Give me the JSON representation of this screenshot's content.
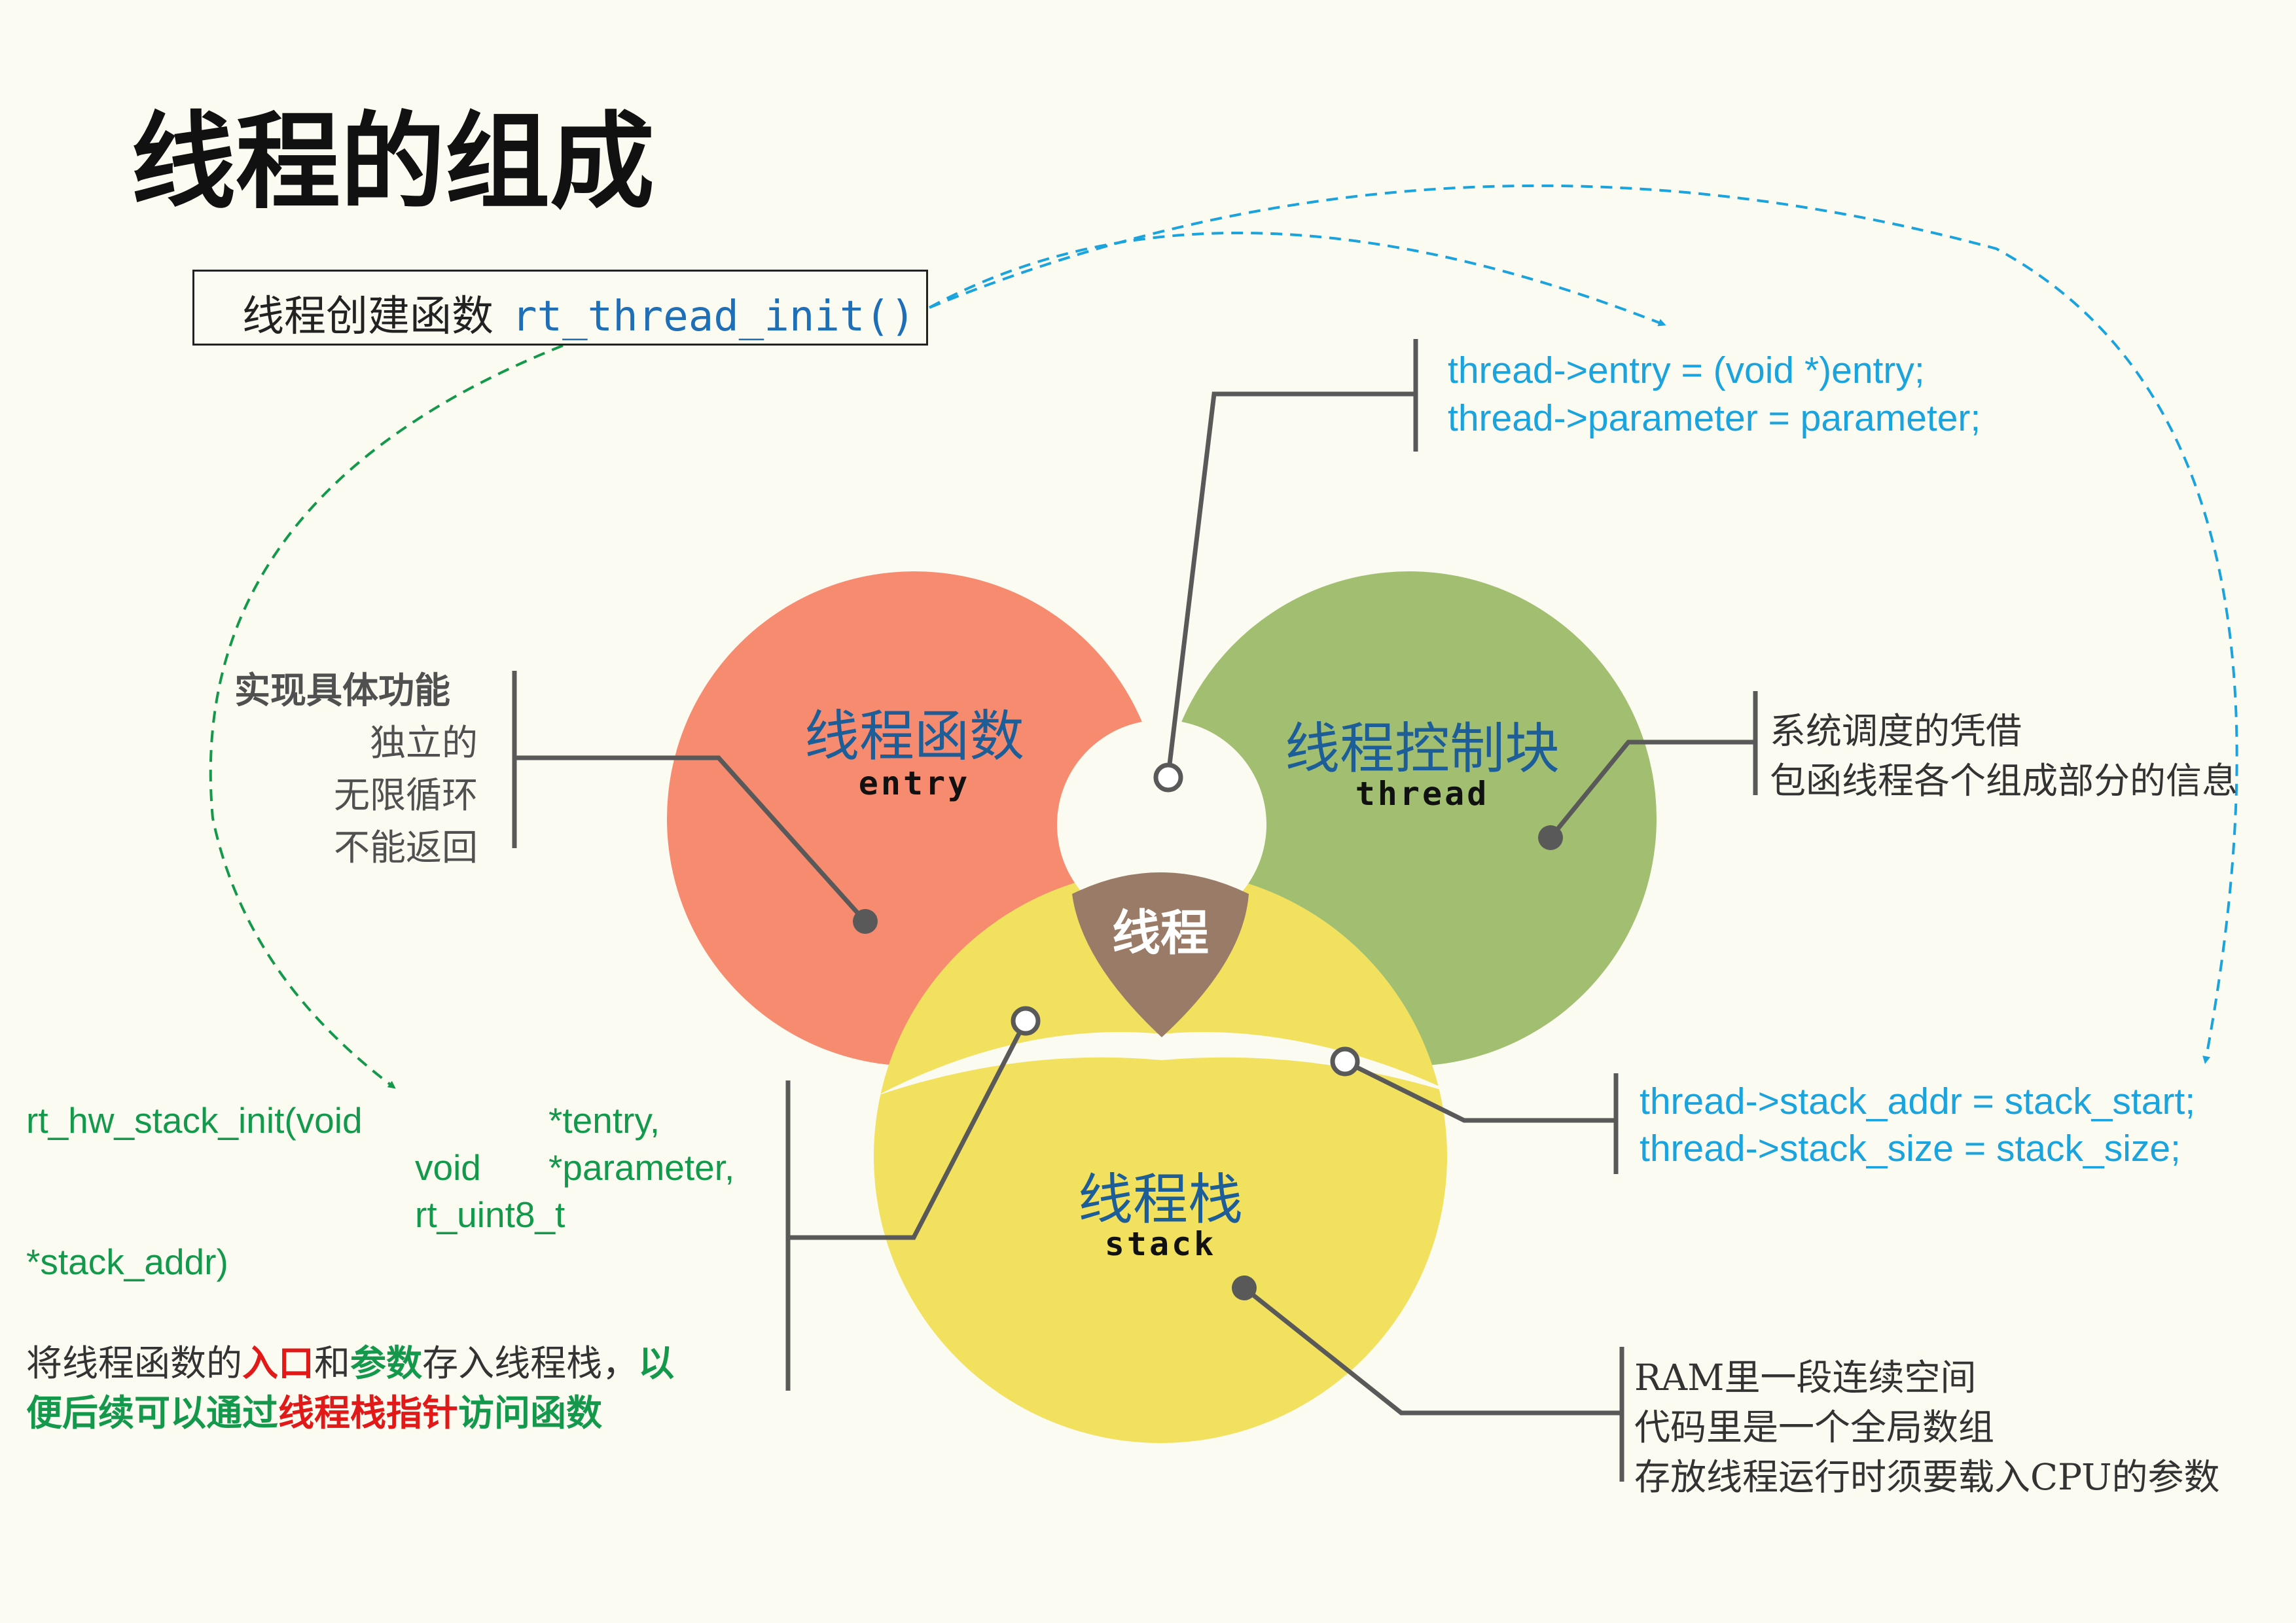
{
  "title": "线程的组成",
  "init_box": {
    "label": "线程创建函数",
    "func": "rt_thread_init()"
  },
  "circles": {
    "entry": {
      "title": "线程函数",
      "sub": "entry",
      "color": "#f78b70"
    },
    "thread": {
      "title": "线程控制块",
      "sub": "thread",
      "color": "#a2bf71"
    },
    "stack": {
      "title": "线程栈",
      "sub": "stack",
      "color": "#f2e05f"
    },
    "center": {
      "label": "线程",
      "color": "#9a7b68"
    }
  },
  "entry_notes": {
    "heading": "实现具体功能",
    "lines": [
      "独立的",
      "无限循环",
      "不能返回"
    ]
  },
  "thread_code": [
    "thread->entry = (void *)entry;",
    "thread->parameter = parameter;"
  ],
  "thread_notes": [
    "系统调度的凭借",
    "包函线程各个组成部分的信息"
  ],
  "stack_code": [
    "thread->stack_addr = stack_start;",
    "thread->stack_size = stack_size;"
  ],
  "stack_notes": [
    "RAM里一段连续空间",
    "代码里是一个全局数组",
    "存放线程运行时须要载入CPU的参数"
  ],
  "hw_init": {
    "fn": "rt_hw_stack_init(void",
    "p1": "*tentry,",
    "p2_type": "void",
    "p2": "*parameter,",
    "p3_type": "rt_uint8_t",
    "p3": "*stack_addr)"
  },
  "hw_desc": {
    "s1": "将线程函数的",
    "k1": "入口",
    "s2": "和",
    "k2": "参数",
    "s3": "存入线程栈，",
    "k3": "以",
    "k4": "便后续可以通过",
    "k5": "线程栈指针",
    "k6": "访问函数"
  },
  "colors": {
    "arrow_blue": "#1aa3dc",
    "arrow_green": "#14994c",
    "connector": "#595959"
  }
}
